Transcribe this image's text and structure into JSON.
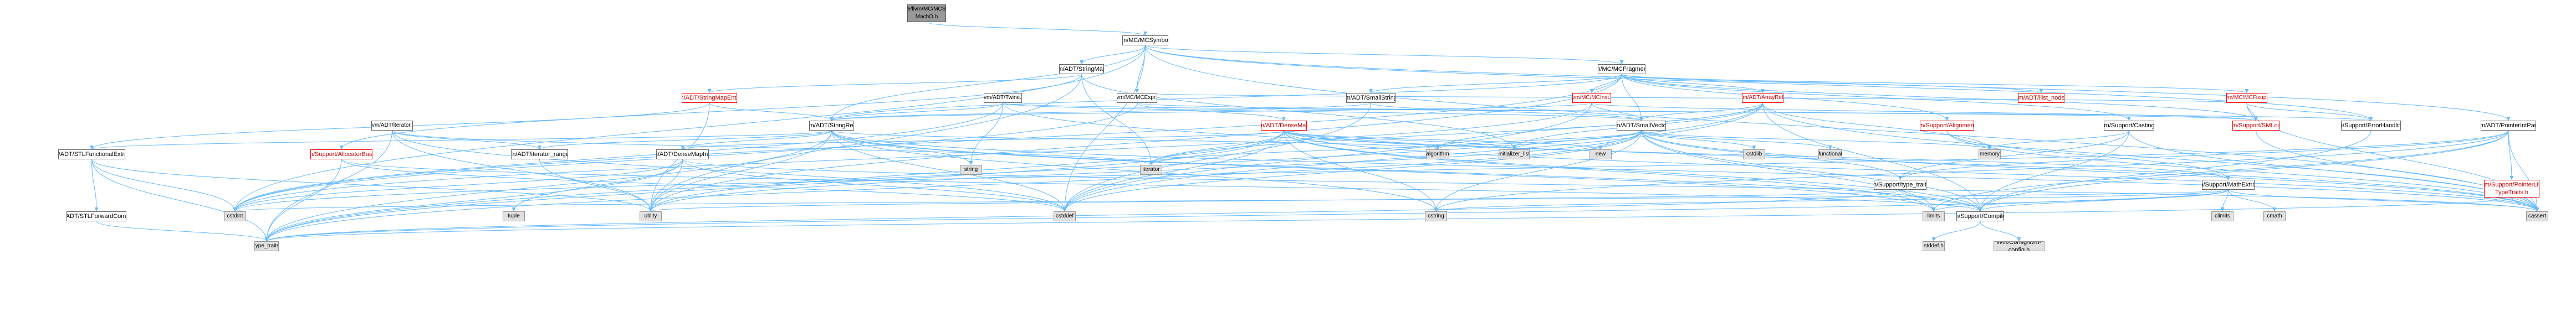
{
  "graph": {
    "edge_color": "#63b8ff",
    "nodes": [
      {
        "id": "root",
        "label": "include/llvm/MC/MCSymbol\nMachO.h",
        "kind": "root"
      },
      {
        "id": "MCSymbol",
        "label": "llvm/MC/MCSymbol.h",
        "kind": "normal"
      },
      {
        "id": "StringMap",
        "label": "llvm/ADT/StringMap.h",
        "kind": "normal"
      },
      {
        "id": "MCFragment",
        "label": "llvm/MC/MCFragment.h",
        "kind": "normal"
      },
      {
        "id": "StringMapEntry",
        "label": "llvm/ADT/StringMapEntry.h",
        "kind": "missing"
      },
      {
        "id": "Twine",
        "label": "llvm/ADT/Twine.h",
        "kind": "normal"
      },
      {
        "id": "MCExpr",
        "label": "llvm/MC/MCExpr.h",
        "kind": "normal"
      },
      {
        "id": "SmallString",
        "label": "llvm/ADT/SmallString.h",
        "kind": "normal"
      },
      {
        "id": "MCInst",
        "label": "llvm/MC/MCInst.h",
        "kind": "missing"
      },
      {
        "id": "ArrayRef",
        "label": "llvm/ADT/ArrayRef.h",
        "kind": "missing"
      },
      {
        "id": "ilist_node",
        "label": "llvm/ADT/ilist_node.h",
        "kind": "missing"
      },
      {
        "id": "MCFixup",
        "label": "llvm/MC/MCFixup.h",
        "kind": "missing"
      },
      {
        "id": "Iterator",
        "label": "llvm/ADT/iterator.h",
        "kind": "normal"
      },
      {
        "id": "StringRef",
        "label": "llvm/ADT/StringRef.h",
        "kind": "normal"
      },
      {
        "id": "DenseMap",
        "label": "llvm/ADT/DenseMap.h",
        "kind": "missing"
      },
      {
        "id": "SmallVector",
        "label": "llvm/ADT/SmallVector.h",
        "kind": "normal"
      },
      {
        "id": "Alignment",
        "label": "llvm/Support/Alignment.h",
        "kind": "missing"
      },
      {
        "id": "Casting",
        "label": "llvm/Support/Casting.h",
        "kind": "normal"
      },
      {
        "id": "SMLoc",
        "label": "llvm/Support/SMLoc.h",
        "kind": "missing"
      },
      {
        "id": "ErrorHandling",
        "label": "llvm/Support/ErrorHandling.h",
        "kind": "normal"
      },
      {
        "id": "PointerIntPair",
        "label": "llvm/ADT/PointerIntPair.h",
        "kind": "normal"
      },
      {
        "id": "STLFunctionalExtras",
        "label": "llvm/ADT/STLFunctionalExtras.h",
        "kind": "normal"
      },
      {
        "id": "AllocatorBase",
        "label": "llvm/Support/AllocatorBase.h",
        "kind": "missing"
      },
      {
        "id": "iterator_range",
        "label": "llvm/ADT/iterator_range.h",
        "kind": "normal"
      },
      {
        "id": "DenseMapInfo",
        "label": "llvm/ADT/DenseMapInfo.h",
        "kind": "normal"
      },
      {
        "id": "string",
        "label": "string",
        "kind": "system"
      },
      {
        "id": "iterator_std",
        "label": "iterator",
        "kind": "system"
      },
      {
        "id": "algorithm",
        "label": "algorithm",
        "kind": "system"
      },
      {
        "id": "initializer_list",
        "label": "initializer_list",
        "kind": "system"
      },
      {
        "id": "new",
        "label": "new",
        "kind": "system"
      },
      {
        "id": "cstdlib",
        "label": "cstdlib",
        "kind": "system"
      },
      {
        "id": "functional",
        "label": "functional",
        "kind": "system"
      },
      {
        "id": "memory",
        "label": "memory",
        "kind": "system"
      },
      {
        "id": "type_traits_llvm",
        "label": "llvm/Support/type_traits.h",
        "kind": "normal"
      },
      {
        "id": "MathExtras",
        "label": "llvm/Support/MathExtras.h",
        "kind": "normal"
      },
      {
        "id": "PointerLikeTypeTraits",
        "label": "llvm/Support/PointerLike\nTypeTraits.h",
        "kind": "missing"
      },
      {
        "id": "STLForwardCompat",
        "label": "llvm/ADT/STLForwardCompat.h",
        "kind": "normal"
      },
      {
        "id": "cstdint",
        "label": "cstdint",
        "kind": "system"
      },
      {
        "id": "tuple",
        "label": "tuple",
        "kind": "system"
      },
      {
        "id": "utility",
        "label": "utility",
        "kind": "system"
      },
      {
        "id": "cstddef",
        "label": "cstddef",
        "kind": "system"
      },
      {
        "id": "cstring",
        "label": "cstring",
        "kind": "system"
      },
      {
        "id": "limits",
        "label": "limits",
        "kind": "system"
      },
      {
        "id": "Compiler",
        "label": "llvm/Support/Compiler.h",
        "kind": "normal"
      },
      {
        "id": "climits",
        "label": "climits",
        "kind": "system"
      },
      {
        "id": "cmath",
        "label": "cmath",
        "kind": "system"
      },
      {
        "id": "cassert",
        "label": "cassert",
        "kind": "system"
      },
      {
        "id": "type_traits",
        "label": "type_traits",
        "kind": "system"
      },
      {
        "id": "stddef",
        "label": "stddef.h",
        "kind": "system"
      },
      {
        "id": "config",
        "label": "llvm/Config/llvm-config.h",
        "kind": "system"
      }
    ],
    "edges": [
      [
        "root",
        "MCSymbol"
      ],
      [
        "MCSymbol",
        "StringMap"
      ],
      [
        "MCSymbol",
        "MCFragment"
      ],
      [
        "MCSymbol",
        "MCExpr"
      ],
      [
        "MCSymbol",
        "StringRef"
      ],
      [
        "MCSymbol",
        "PointerIntPair"
      ],
      [
        "MCSymbol",
        "ErrorHandling"
      ],
      [
        "MCSymbol",
        "cassert"
      ],
      [
        "MCSymbol",
        "cstdint"
      ],
      [
        "MCSymbol",
        "cstddef"
      ],
      [
        "StringMap",
        "StringMapEntry"
      ],
      [
        "StringMap",
        "iterator_std"
      ],
      [
        "StringMap",
        "AllocatorBase"
      ],
      [
        "StringMap",
        "initializer_list"
      ],
      [
        "StringMap",
        "utility"
      ],
      [
        "StringMapEntry",
        "StringRef"
      ],
      [
        "StringMapEntry",
        "STLFunctionalExtras"
      ],
      [
        "StringMapEntry",
        "utility"
      ],
      [
        "MCFragment",
        "ilist_node"
      ],
      [
        "MCFragment",
        "SmallString"
      ],
      [
        "MCFragment",
        "SmallVector"
      ],
      [
        "MCFragment",
        "MCInst"
      ],
      [
        "MCFragment",
        "ArrayRef"
      ],
      [
        "MCFragment",
        "MCFixup"
      ],
      [
        "MCFragment",
        "StringRef"
      ],
      [
        "MCFragment",
        "Alignment"
      ],
      [
        "MCFragment",
        "Casting"
      ],
      [
        "MCFragment",
        "SMLoc"
      ],
      [
        "MCFragment",
        "cstdint"
      ],
      [
        "MCFragment",
        "utility"
      ],
      [
        "MCExpr",
        "SMLoc"
      ],
      [
        "MCExpr",
        "DenseMap"
      ],
      [
        "MCExpr",
        "cstdint"
      ],
      [
        "SmallString",
        "SmallVector"
      ],
      [
        "SmallString",
        "StringRef"
      ],
      [
        "SmallString",
        "cstddef"
      ],
      [
        "MCInst",
        "SmallVector"
      ],
      [
        "MCInst",
        "StringRef"
      ],
      [
        "MCInst",
        "SMLoc"
      ],
      [
        "MCInst",
        "bit"
      ],
      [
        "MCInst",
        "cstddef"
      ],
      [
        "MCInst",
        "cstdint"
      ],
      [
        "ArrayRef",
        "Hashing"
      ],
      [
        "ArrayRef",
        "SmallVector"
      ],
      [
        "ArrayRef",
        "STLExtras"
      ],
      [
        "ArrayRef",
        "Compiler"
      ],
      [
        "ArrayRef",
        "algorithm"
      ],
      [
        "ArrayRef",
        "array"
      ],
      [
        "ArrayRef",
        "cassert"
      ],
      [
        "ArrayRef",
        "cstddef"
      ],
      [
        "ArrayRef",
        "initializer_list"
      ],
      [
        "ArrayRef",
        "iterator_std"
      ],
      [
        "ArrayRef",
        "memory"
      ],
      [
        "ArrayRef",
        "type_traits"
      ],
      [
        "ArrayRef",
        "vector"
      ],
      [
        "MCFixup",
        "MCExpr"
      ],
      [
        "MCFixup",
        "ErrorHandling"
      ],
      [
        "MCFixup",
        "SMLoc"
      ],
      [
        "MCFixup",
        "cassert"
      ],
      [
        "Twine",
        "SmallVector"
      ],
      [
        "Twine",
        "StringRef"
      ],
      [
        "Twine",
        "ErrorHandling"
      ],
      [
        "Twine",
        "cassert"
      ],
      [
        "Twine",
        "cstdint"
      ],
      [
        "Twine",
        "string"
      ],
      [
        "Iterator",
        "iterator_range"
      ],
      [
        "Iterator",
        "cstddef"
      ],
      [
        "Iterator",
        "iterator_std"
      ],
      [
        "Iterator",
        "type_traits"
      ],
      [
        "Iterator",
        "utility"
      ],
      [
        "StringRef",
        "DenseMapInfo"
      ],
      [
        "StringRef",
        "STLFunctionalExtras"
      ],
      [
        "StringRef",
        "iterator_range"
      ],
      [
        "StringRef",
        "Compiler"
      ],
      [
        "StringRef",
        "algorithm"
      ],
      [
        "StringRef",
        "cassert"
      ],
      [
        "StringRef",
        "cstddef"
      ],
      [
        "StringRef",
        "cstring"
      ],
      [
        "StringRef",
        "limits"
      ],
      [
        "StringRef",
        "string"
      ],
      [
        "StringRef",
        "type_traits"
      ],
      [
        "StringRef",
        "utility"
      ],
      [
        "DenseMap",
        "DenseMapInfo"
      ],
      [
        "DenseMap",
        "iterator_std"
      ],
      [
        "DenseMap",
        "algorithm"
      ],
      [
        "DenseMap",
        "initializer_list"
      ],
      [
        "DenseMap",
        "new"
      ],
      [
        "DenseMap",
        "cassert"
      ],
      [
        "DenseMap",
        "cstddef"
      ],
      [
        "DenseMap",
        "cstring"
      ],
      [
        "DenseMap",
        "limits"
      ],
      [
        "DenseMap",
        "type_traits"
      ],
      [
        "DenseMap",
        "utility"
      ],
      [
        "DenseMap",
        "MathExtras"
      ],
      [
        "DenseMap",
        "Compiler"
      ],
      [
        "SmallVector",
        "Compiler"
      ],
      [
        "SmallVector",
        "type_traits_llvm"
      ],
      [
        "SmallVector",
        "algorithm"
      ],
      [
        "SmallVector",
        "cassert"
      ],
      [
        "SmallVector",
        "cstddef"
      ],
      [
        "SmallVector",
        "cstdlib"
      ],
      [
        "SmallVector",
        "cstring"
      ],
      [
        "SmallVector",
        "functional"
      ],
      [
        "SmallVector",
        "initializer_list"
      ],
      [
        "SmallVector",
        "iterator_std"
      ],
      [
        "SmallVector",
        "limits"
      ],
      [
        "SmallVector",
        "memory"
      ],
      [
        "SmallVector",
        "new"
      ],
      [
        "SmallVector",
        "type_traits"
      ],
      [
        "SmallVector",
        "utility"
      ],
      [
        "Alignment",
        "MathExtras"
      ],
      [
        "Alignment",
        "cassert"
      ],
      [
        "Casting",
        "type_traits_llvm"
      ],
      [
        "Casting",
        "memory"
      ],
      [
        "Casting",
        "cassert"
      ],
      [
        "Casting",
        "Compiler"
      ],
      [
        "SMLoc",
        "cassert"
      ],
      [
        "ErrorHandling",
        "Compiler"
      ],
      [
        "PointerIntPair",
        "Compiler"
      ],
      [
        "PointerIntPair",
        "PointerLikeTypeTraits"
      ],
      [
        "PointerIntPair",
        "type_traits_llvm"
      ],
      [
        "PointerIntPair",
        "cassert"
      ],
      [
        "PointerIntPair",
        "cstdint"
      ],
      [
        "PointerIntPair",
        "cstring"
      ],
      [
        "PointerIntPair",
        "limits"
      ],
      [
        "STLFunctionalExtras",
        "STLForwardCompat"
      ],
      [
        "STLFunctionalExtras",
        "cstdint"
      ],
      [
        "STLFunctionalExtras",
        "type_traits"
      ],
      [
        "STLFunctionalExtras",
        "utility"
      ],
      [
        "AllocatorBase",
        "Compiler"
      ],
      [
        "AllocatorBase",
        "type_traits"
      ],
      [
        "AllocatorBase",
        "cstddef"
      ],
      [
        "iterator_range",
        "utility"
      ],
      [
        "DenseMapInfo",
        "cassert"
      ],
      [
        "DenseMapInfo",
        "cstddef"
      ],
      [
        "DenseMapInfo",
        "cstdint"
      ],
      [
        "DenseMapInfo",
        "tuple"
      ],
      [
        "DenseMapInfo",
        "type_traits"
      ],
      [
        "DenseMapInfo",
        "utility"
      ],
      [
        "type_traits_llvm",
        "Compiler"
      ],
      [
        "type_traits_llvm",
        "type_traits"
      ],
      [
        "type_traits_llvm",
        "utility"
      ],
      [
        "MathExtras",
        "Compiler"
      ],
      [
        "MathExtras",
        "cassert"
      ],
      [
        "MathExtras",
        "climits"
      ],
      [
        "MathExtras",
        "cmath"
      ],
      [
        "MathExtras",
        "cstdint"
      ],
      [
        "MathExtras",
        "cstring"
      ],
      [
        "MathExtras",
        "limits"
      ],
      [
        "MathExtras",
        "type_traits"
      ],
      [
        "PointerLikeTypeTraits",
        "cassert"
      ],
      [
        "PointerLikeTypeTraits",
        "type_traits"
      ],
      [
        "STLForwardCompat",
        "type_traits"
      ],
      [
        "Compiler",
        "config"
      ],
      [
        "Compiler",
        "stddef"
      ]
    ]
  }
}
